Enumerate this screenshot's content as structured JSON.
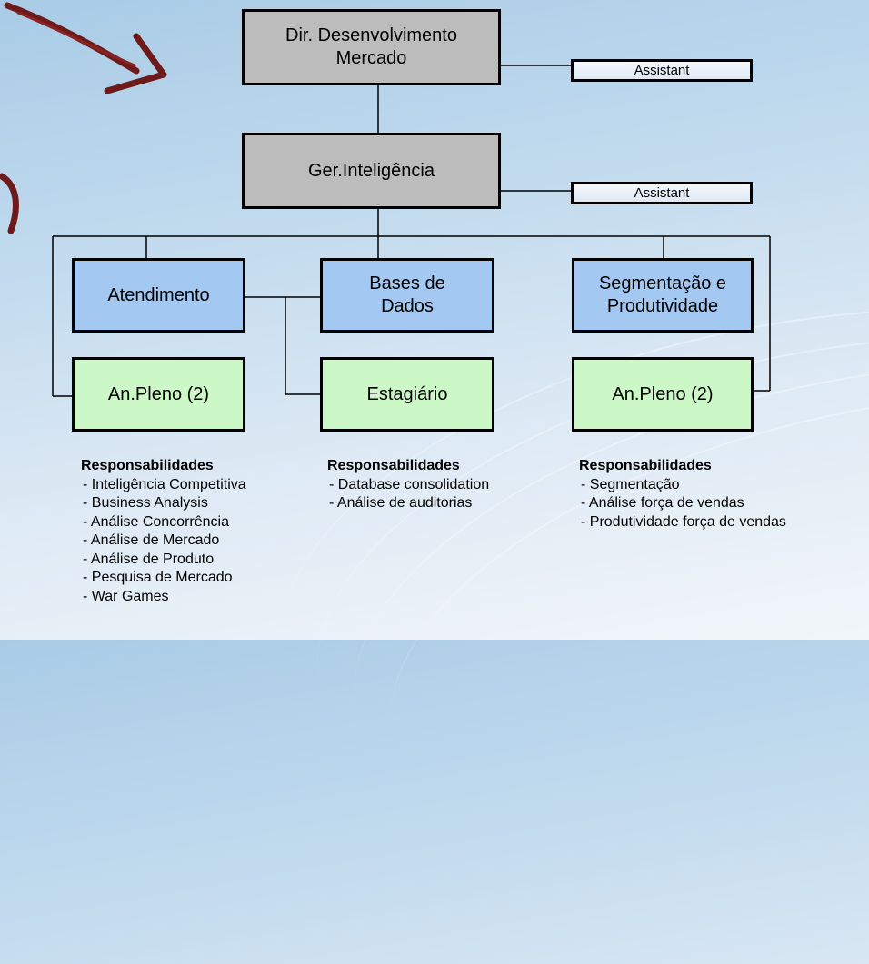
{
  "org_chart": {
    "director": {
      "line1": "Dir. Desenvolvimento",
      "line2": "Mercado"
    },
    "assistant_top": "Assistant",
    "manager": "Ger.Inteligência",
    "assistant_mid": "Assistant",
    "units": {
      "atendimento": "Atendimento",
      "bases": {
        "line1": "Bases de",
        "line2": "Dados"
      },
      "segmentacao": {
        "line1": "Segmentação e",
        "line2": "Produtividade"
      }
    },
    "staff": {
      "left": "An.Pleno (2)",
      "middle": "Estagiário",
      "right": "An.Pleno (2)"
    }
  },
  "responsibilities": {
    "left": {
      "title": "Responsabilidades",
      "items": [
        "- Inteligência Competitiva",
        "- Business Analysis",
        "- Análise Concorrência",
        "- Análise de Mercado",
        "- Análise de Produto",
        "- Pesquisa de Mercado",
        "- War Games"
      ]
    },
    "middle": {
      "title": "Responsabilidades",
      "items": [
        "- Database consolidation",
        "- Análise de auditorias"
      ]
    },
    "right": {
      "title": "Responsabilidades",
      "items": [
        "- Segmentação",
        "- Análise força de vendas",
        "- Produtividade força de vendas"
      ]
    }
  },
  "colors": {
    "director_fill": "#bcbcbc",
    "unit_fill": "#a3c9f2",
    "staff_fill": "#ccf7c6",
    "arrow_color": "#6e1a1a"
  },
  "icons": [
    "hand-drawn-arrow-icon",
    "hand-drawn-bracket-icon"
  ]
}
